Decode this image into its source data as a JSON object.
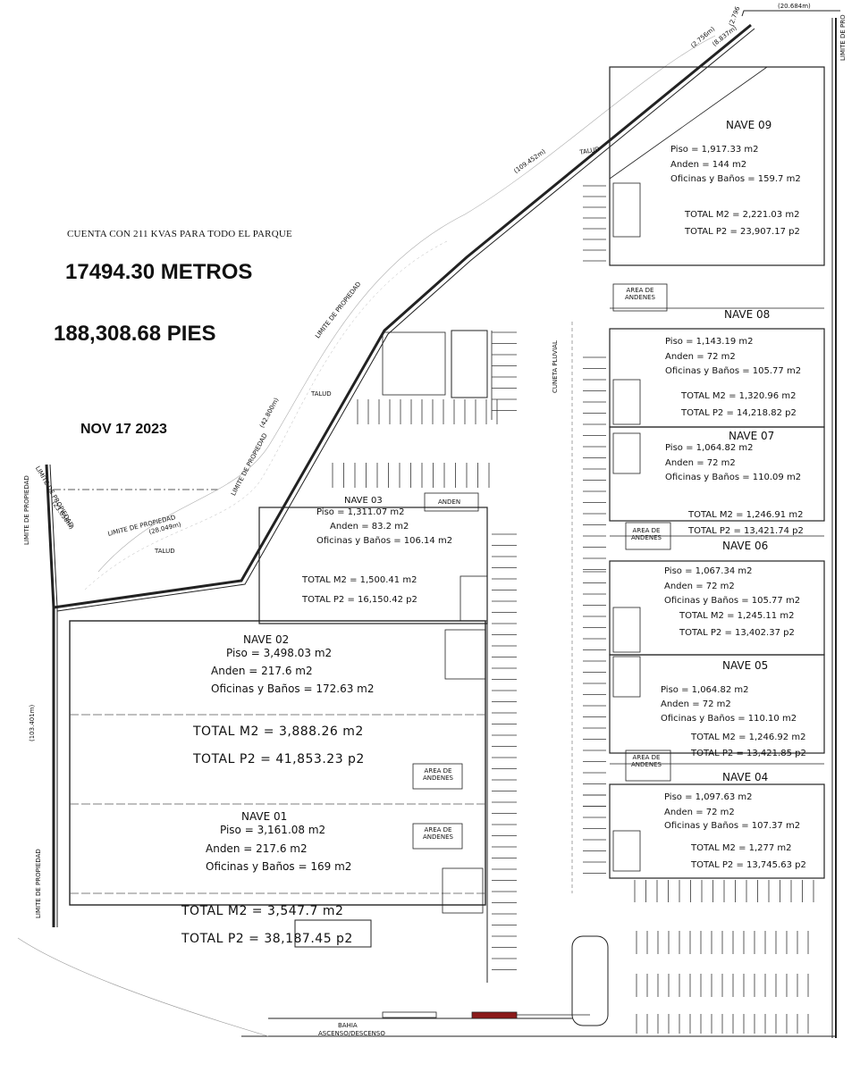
{
  "header": {
    "note": "CUENTA CON 211 KVAS PARA TODO EL PARQUE",
    "area_m": "17494.30 METROS",
    "area_ft": "188,308.68 PIES",
    "date": "NOV 17 2023"
  },
  "naves": [
    {
      "name": "NAVE 09",
      "piso": "Piso = 1,917.33 m2",
      "anden": "Anden = 144 m2",
      "ofic": "Oficinas y Baños = 159.7 m2",
      "m2": "TOTAL M2 = 2,221.03 m2",
      "p2": "TOTAL P2 = 23,907.17 p2"
    },
    {
      "name": "NAVE 08",
      "piso": "Piso = 1,143.19 m2",
      "anden": "Anden = 72 m2",
      "ofic": "Oficinas y Baños = 105.77 m2",
      "m2": "TOTAL M2 = 1,320.96 m2",
      "p2": "TOTAL P2 = 14,218.82 p2"
    },
    {
      "name": "NAVE 07",
      "piso": "Piso = 1,064.82 m2",
      "anden": "Anden = 72 m2",
      "ofic": "Oficinas y Baños = 110.09 m2",
      "m2": "TOTAL M2 = 1,246.91 m2",
      "p2": "TOTAL P2 = 13,421.74 p2"
    },
    {
      "name": "NAVE 06",
      "piso": "Piso = 1,067.34 m2",
      "anden": "Anden = 72 m2",
      "ofic": "Oficinas y Baños = 105.77 m2",
      "m2": "TOTAL M2 = 1,245.11 m2",
      "p2": "TOTAL P2 = 13,402.37 p2"
    },
    {
      "name": "NAVE 05",
      "piso": "Piso = 1,064.82 m2",
      "anden": "Anden = 72 m2",
      "ofic": "Oficinas y Baños = 110.10 m2",
      "m2": "TOTAL M2 = 1,246.92 m2",
      "p2": "TOTAL P2 = 13,421.85 p2"
    },
    {
      "name": "NAVE 04",
      "piso": "Piso = 1,097.63 m2",
      "anden": "Anden = 72 m2",
      "ofic": "Oficinas y Baños = 107.37 m2",
      "m2": "TOTAL M2 = 1,277 m2",
      "p2": "TOTAL P2 = 13,745.63 p2"
    },
    {
      "name": "NAVE 03",
      "piso": "Piso = 1,311.07 m2",
      "anden": "Anden = 83.2 m2",
      "ofic": "Oficinas y Baños = 106.14 m2",
      "m2": "TOTAL M2 = 1,500.41 m2",
      "p2": "TOTAL P2 = 16,150.42 p2"
    },
    {
      "name": "NAVE 02",
      "piso": "Piso = 3,498.03 m2",
      "anden": "Anden = 217.6 m2",
      "ofic": "Oficinas y Baños = 172.63 m2",
      "m2": "TOTAL M2 = 3,888.26 m2",
      "p2": "TOTAL P2 = 41,853.23 p2"
    },
    {
      "name": "NAVE 01",
      "piso": "Piso = 3,161.08 m2",
      "anden": "Anden = 217.6 m2",
      "ofic": "Oficinas y Baños = 169 m2",
      "m2": "TOTAL M2 = 3,547.7 m2",
      "p2": "TOTAL P2 = 38,187.45 p2"
    }
  ],
  "labels": {
    "limite": "LIMITE DE PROPIEDAD",
    "limite_short": "LIMITE DE PRO",
    "talud": "TALUD",
    "cuneta": "CUNETA PLUVIAL",
    "area_andenes_1": "AREA DE",
    "area_andenes_2": "ANDENES",
    "anden": "ANDEN",
    "bahia_1": "BAHIA",
    "bahia_2": "ASCENSO/DESCENSO",
    "dim_109": "(109.452m)",
    "dim_42": "(42.800m)",
    "dim_28": "(28.049m)",
    "dim_23": "(23.058m)",
    "dim_103": "(103.401m)",
    "dim_2756": "(2.756m)",
    "dim_8837": "(8.837m)",
    "dim_2796": "(2.796",
    "dim_20684": "(20.684m)"
  },
  "colors": {
    "line": "#222222",
    "light": "#9a9a9a",
    "door": "#8b1a1a",
    "bg": "#ffffff"
  }
}
